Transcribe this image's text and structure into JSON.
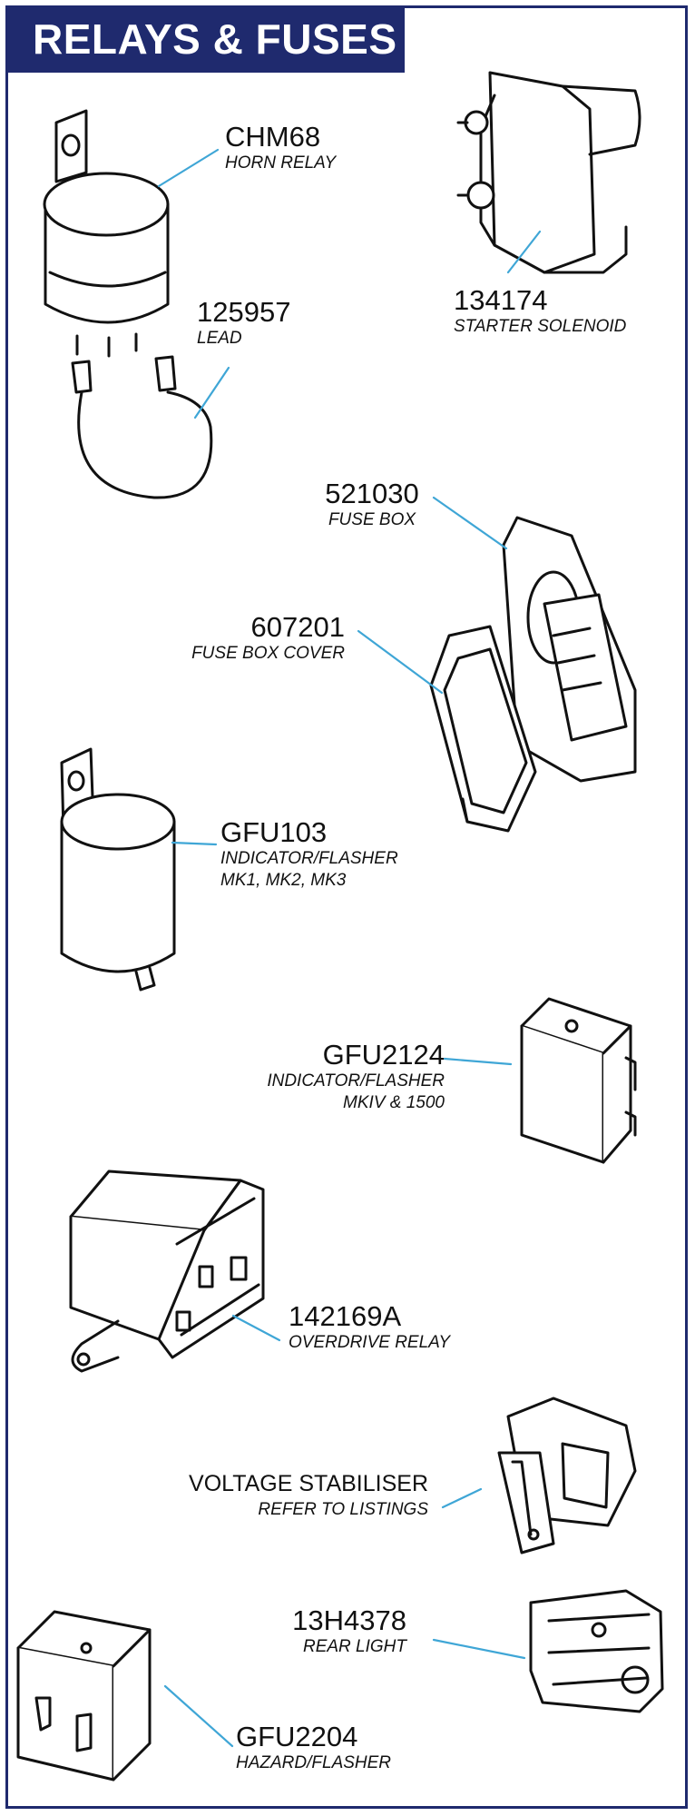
{
  "title": "RELAYS & FUSES",
  "colors": {
    "title_bg": "#1f2a6e",
    "leader": "#3fa6d6",
    "drawing": "#111111"
  },
  "parts": [
    {
      "number": "CHM68",
      "desc": "HORN RELAY"
    },
    {
      "number": "125957",
      "desc": "LEAD"
    },
    {
      "number": "134174",
      "desc": "STARTER SOLENOID"
    },
    {
      "number": "521030",
      "desc": "FUSE BOX"
    },
    {
      "number": "607201",
      "desc": "FUSE BOX COVER"
    },
    {
      "number": "GFU103",
      "desc": "INDICATOR/FLASHER",
      "desc2": "MK1, MK2, MK3"
    },
    {
      "number": "GFU2124",
      "desc": "INDICATOR/FLASHER",
      "desc2": "MKIV & 1500"
    },
    {
      "number": "142169A",
      "desc": "OVERDRIVE RELAY"
    },
    {
      "number": "VOLTAGE STABILISER",
      "desc": "REFER TO LISTINGS"
    },
    {
      "number": "13H4378",
      "desc": "REAR LIGHT"
    },
    {
      "number": "GFU2204",
      "desc": "HAZARD/FLASHER"
    }
  ]
}
